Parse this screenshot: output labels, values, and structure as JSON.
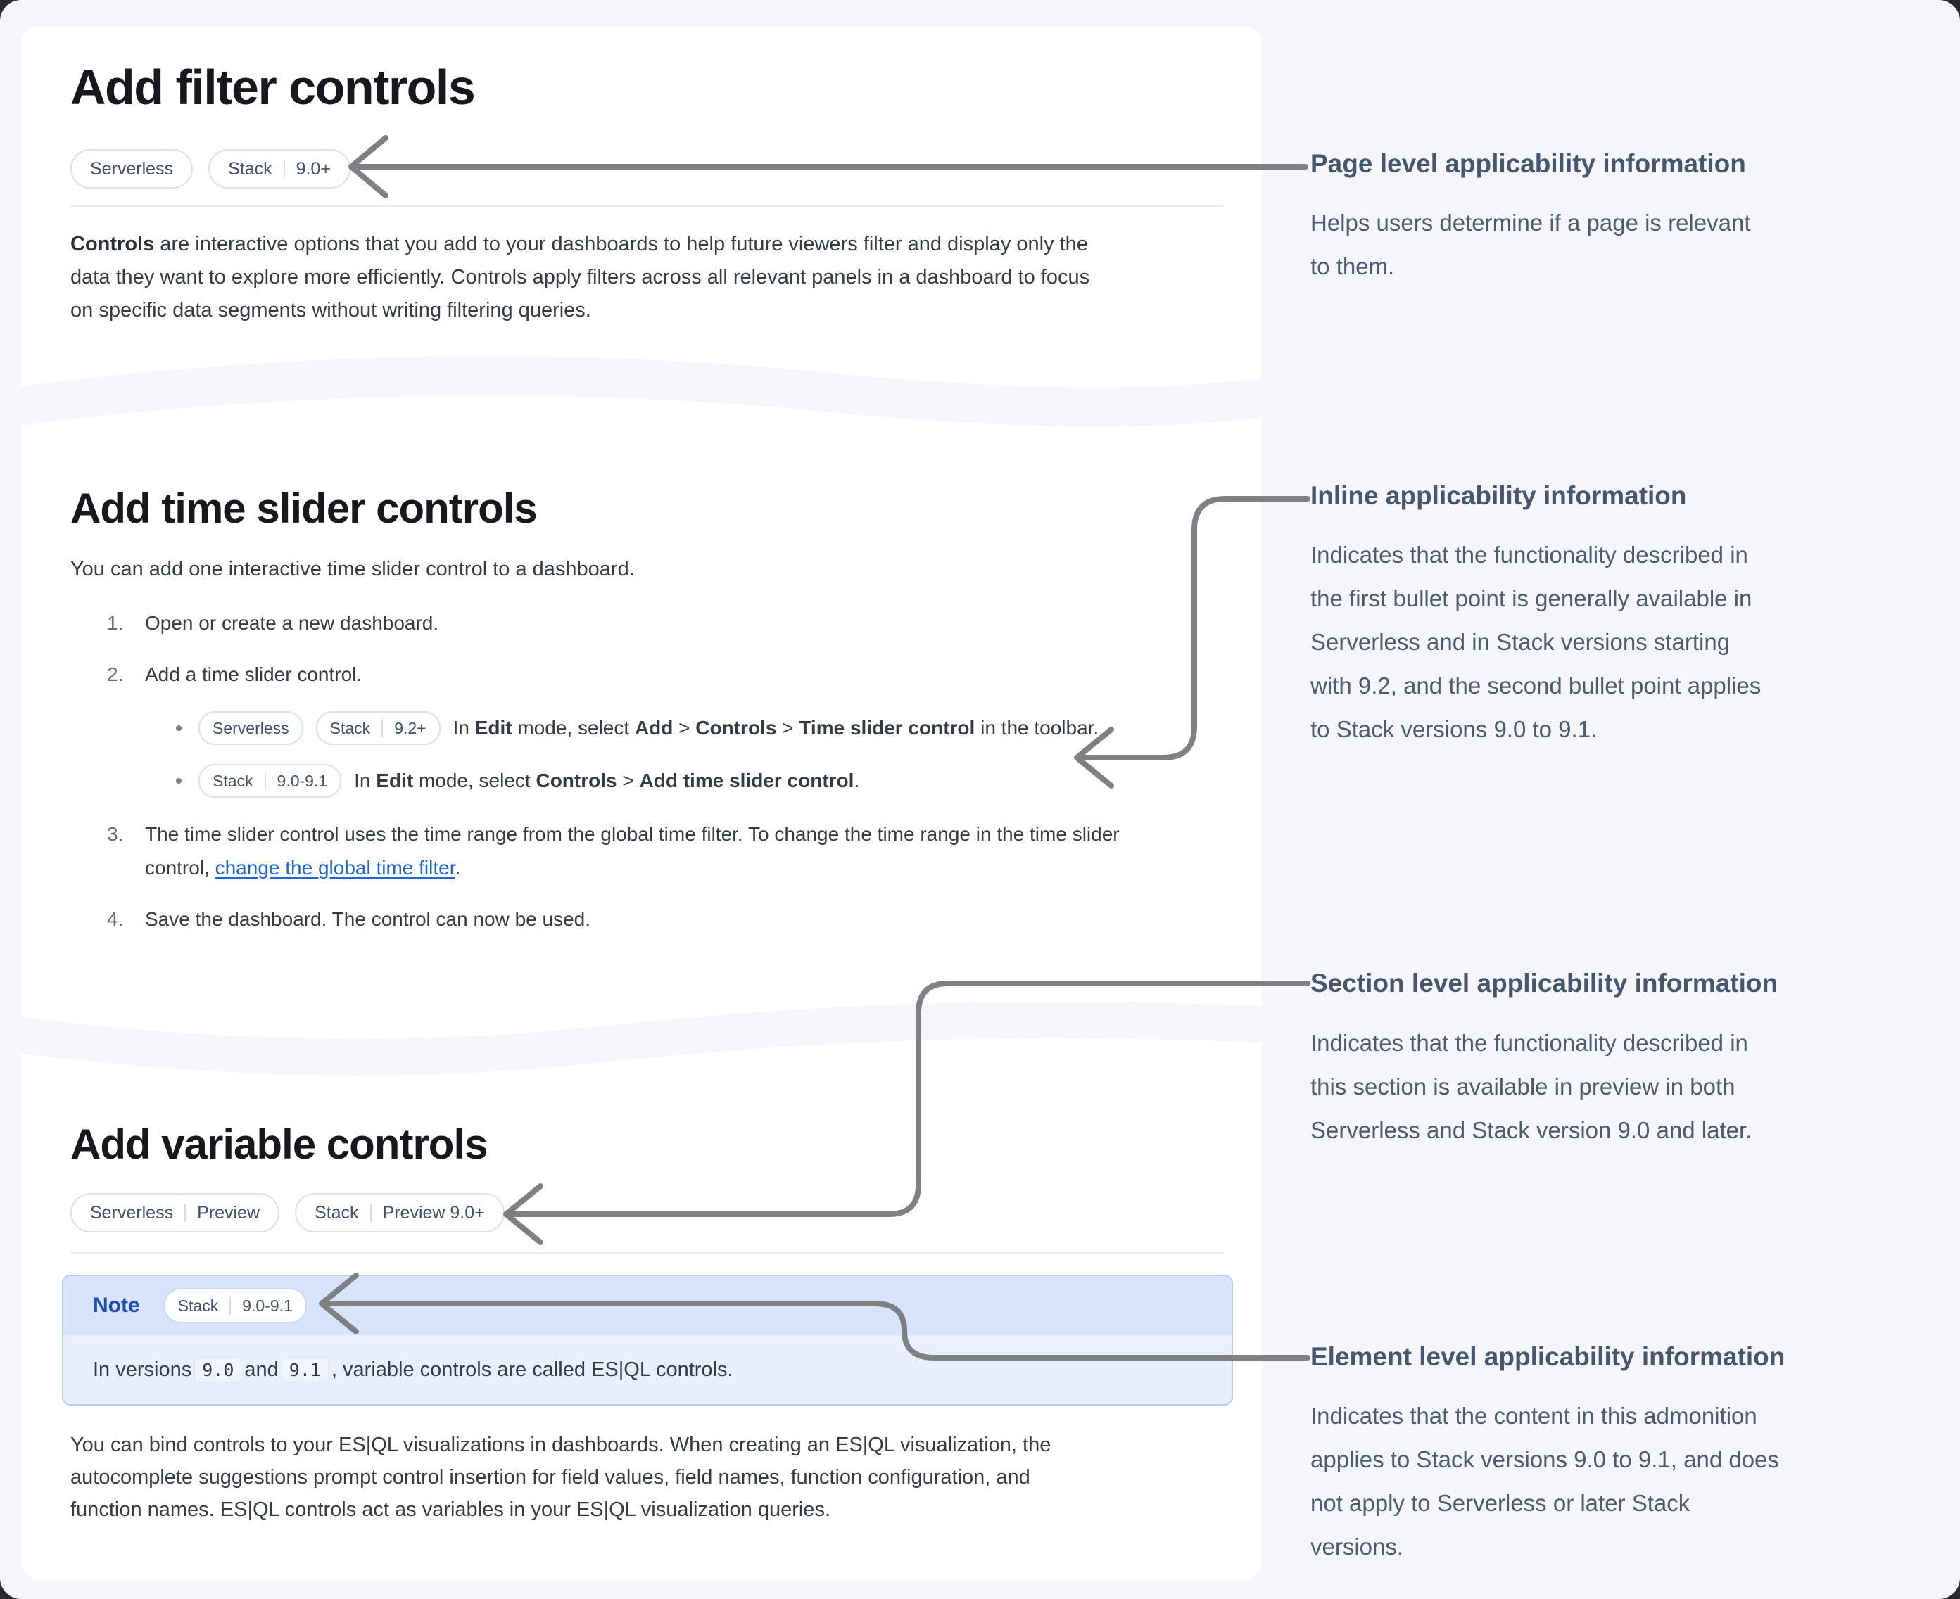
{
  "cards": {
    "filter": {
      "title": "Add filter controls",
      "badges": [
        [
          "Serverless"
        ],
        [
          "Stack",
          "9.0+"
        ]
      ],
      "body": [
        {
          "t": "Controls",
          "b": true
        },
        {
          "t": " are interactive options that you add to your dashboards to help future viewers filter and display only the"
        },
        {
          "br": true
        },
        {
          "t": "data they want to explore more efficiently. Controls apply filters across all relevant panels in a dashboard to focus"
        },
        {
          "br": true
        },
        {
          "t": "on specific data segments without writing filtering queries."
        }
      ]
    },
    "time_slider": {
      "title": "Add time slider controls",
      "intro": "You can add one interactive time slider control to a dashboard.",
      "step1_num": "1.",
      "step1": "Open or create a new dashboard.",
      "step2_num": "2.",
      "step2": "Add a time slider control.",
      "bullet1_badges": [
        [
          "Serverless"
        ],
        [
          "Stack",
          "9.2+"
        ]
      ],
      "bullet1": [
        {
          "t": "In "
        },
        {
          "t": "Edit",
          "b": true
        },
        {
          "t": " mode, select "
        },
        {
          "t": "Add",
          "b": true
        },
        {
          "t": " > "
        },
        {
          "t": "Controls",
          "b": true
        },
        {
          "t": " > "
        },
        {
          "t": "Time slider control",
          "b": true
        },
        {
          "t": " in the toolbar."
        }
      ],
      "bullet2_badges": [
        [
          "Stack",
          "9.0-9.1"
        ]
      ],
      "bullet2": [
        {
          "t": "In "
        },
        {
          "t": "Edit",
          "b": true
        },
        {
          "t": " mode, select "
        },
        {
          "t": "Controls",
          "b": true
        },
        {
          "t": " > "
        },
        {
          "t": "Add time slider control",
          "b": true
        },
        {
          "t": "."
        }
      ],
      "step3_num": "3.",
      "step3": [
        {
          "t": "The time slider control uses the time range from the global time filter. To change the time range in the time slider"
        },
        {
          "br": true
        },
        {
          "t": "control, "
        },
        {
          "t": "change the global time filter",
          "l": true
        },
        {
          "t": "."
        }
      ],
      "step4_num": "4.",
      "step4": "Save the dashboard. The control can now be used."
    },
    "variable": {
      "title": "Add variable controls",
      "badges": [
        [
          "Serverless",
          "Preview"
        ],
        [
          "Stack",
          "Preview 9.0+"
        ]
      ],
      "note_label": "Note",
      "note_badge": [
        "Stack",
        "9.0-9.1"
      ],
      "note_body": [
        {
          "t": "In versions "
        },
        {
          "t": "9.0",
          "c": true
        },
        {
          "t": " and "
        },
        {
          "t": "9.1",
          "c": true
        },
        {
          "t": ", variable controls are called ES|QL controls."
        }
      ],
      "body": [
        {
          "t": "You can bind controls to your ES|QL visualizations in dashboards. When creating an ES|QL visualization, the"
        },
        {
          "br": true
        },
        {
          "t": "autocomplete suggestions prompt control insertion for field values, field names, function configuration, and"
        },
        {
          "br": true
        },
        {
          "t": "function names. ES|QL controls act as variables in your ES|QL visualization queries."
        }
      ]
    }
  },
  "annotations": {
    "page_level": {
      "title": "Page level applicability information",
      "lines": [
        "Helps users determine if a page is relevant",
        "to them."
      ]
    },
    "inline": {
      "title": "Inline applicability information",
      "lines": [
        "Indicates that the functionality described in",
        "the first bullet point is generally available in",
        "Serverless and in Stack versions starting",
        "with 9.2, and the second bullet point applies",
        "to Stack versions 9.0 to 9.1."
      ]
    },
    "section_level": {
      "title": "Section level applicability information",
      "lines": [
        "Indicates that the functionality described in",
        "this section is available in preview in both",
        "Serverless and Stack version 9.0 and later."
      ]
    },
    "element_level": {
      "title": "Element level applicability information",
      "lines": [
        "Indicates that the content in this admonition",
        "applies to Stack versions 9.0 to 9.1, and does",
        "not apply to Serverless or later Stack",
        "versions."
      ]
    }
  },
  "colors": {
    "page_bg": "#f4f6fb",
    "card_bg": "#ffffff",
    "arrow": "#7e8083",
    "link": "#1b64dd",
    "note_header_bg": "#d8e3fc",
    "note_body_bg": "#e9effc",
    "note_label": "#1d4cb5",
    "annotation_text": "#4b5b71"
  }
}
